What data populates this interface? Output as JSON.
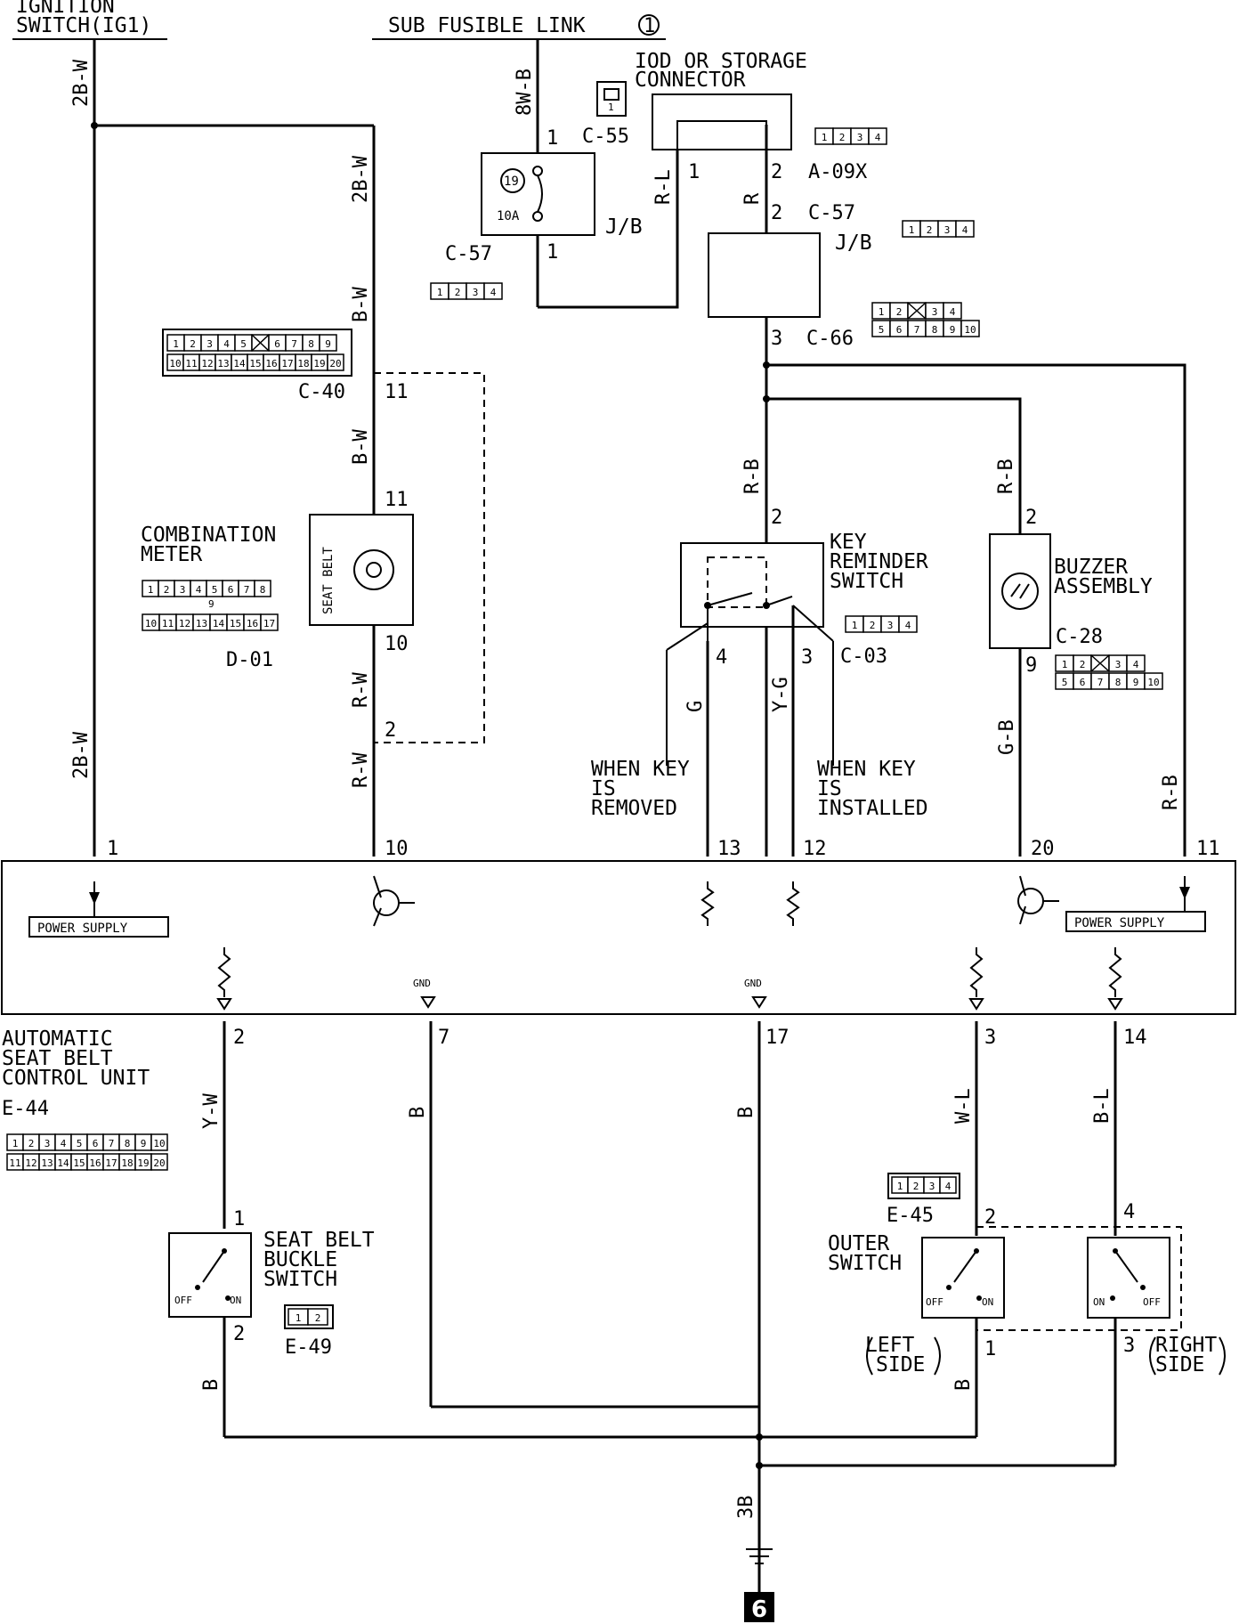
{
  "labels": {
    "ign_1": "IGNITION",
    "ign_2": "SWITCH(IG1)",
    "sub_fusible": "SUB FUSIBLE LINK",
    "sub_fusible_no": "1",
    "iod_1": "IOD OR STORAGE",
    "iod_2": "CONNECTOR",
    "jb": "J/B",
    "fuse_no": "19",
    "fuse_amp": "10A",
    "comb_1": "COMBINATION",
    "comb_2": "METER",
    "seat_belt_lamp": "SEAT BELT",
    "key_1": "KEY",
    "key_2": "REMINDER",
    "key_3": "SWITCH",
    "buzzer_1": "BUZZER",
    "buzzer_2": "ASSEMBLY",
    "when_removed_1": "WHEN KEY",
    "when_removed_2": "IS",
    "when_removed_3": "REMOVED",
    "when_installed_1": "WHEN KEY",
    "when_installed_2": "IS",
    "when_installed_3": "INSTALLED",
    "power_supply": "POWER SUPPLY",
    "gnd": "GND",
    "asb_1": "AUTOMATIC",
    "asb_2": "SEAT BELT",
    "asb_3": "CONTROL UNIT",
    "buckle_1": "SEAT BELT",
    "buckle_2": "BUCKLE",
    "buckle_3": "SWITCH",
    "outer_1": "OUTER",
    "outer_2": "SWITCH",
    "left_1": "LEFT",
    "left_2": "SIDE",
    "right_1": "RIGHT",
    "right_2": "SIDE",
    "off": "OFF",
    "on": "ON",
    "ground_no": "6"
  },
  "connectors": {
    "c55": "C-55",
    "a09x": "A-09X",
    "c57a": "C-57",
    "c57b": "C-57",
    "c66": "C-66",
    "c40": "C-40",
    "d01": "D-01",
    "c03": "C-03",
    "c28": "C-28",
    "e44": "E-44",
    "e45": "E-45",
    "e49": "E-49"
  },
  "wires": {
    "w_2bw_top": "2B-W",
    "w_2bw_mid": "2B-W",
    "w_2bw_low": "2B-W",
    "w_8wb": "8W-B",
    "w_bw1": "B-W",
    "w_bw2": "B-W",
    "w_rw1": "R-W",
    "w_rw2": "R-W",
    "w_rl": "R-L",
    "w_r": "R",
    "w_rb1": "R-B",
    "w_rb2": "R-B",
    "w_rb3": "R-B",
    "w_g": "G",
    "w_yg": "Y-G",
    "w_gb": "G-B",
    "w_yw": "Y-W",
    "w_b1": "B",
    "w_b2": "B",
    "w_b3": "B",
    "w_b4": "B",
    "w_wl": "W-L",
    "w_bl": "B-L",
    "w_3b": "3B"
  },
  "pins": {
    "p_fuse_in": "1",
    "p_fuse_out": "1",
    "p_iod1": "1",
    "p_iod2": "2",
    "p_c57_2": "2",
    "p_c66_3": "3",
    "p_c40_11": "11",
    "p_meter_11": "11",
    "p_meter_10": "10",
    "p_rw_2": "2",
    "p_key_2": "2",
    "p_key_4": "4",
    "p_key_3": "3",
    "p_buz_2": "2",
    "p_buz_9": "9",
    "p_u1": "1",
    "p_u10": "10",
    "p_u13": "13",
    "p_u12": "12",
    "p_u20": "20",
    "p_u11": "11",
    "p_u2": "2",
    "p_u7": "7",
    "p_u17": "17",
    "p_u3": "3",
    "p_u14": "14",
    "p_buckle1": "1",
    "p_buckle2": "2",
    "p_outl2": "2",
    "p_outl1": "1",
    "p_outr4": "4",
    "p_outr3": "3"
  },
  "connector_faces": {
    "c40_row1": [
      "1",
      "2",
      "3",
      "4",
      "5",
      "",
      "6",
      "7",
      "8",
      "9"
    ],
    "c40_row2": [
      "10",
      "11",
      "12",
      "13",
      "14",
      "15",
      "16",
      "17",
      "18",
      "19",
      "20"
    ],
    "d01_row1": [
      "1",
      "2",
      "3",
      "4",
      "5",
      "6",
      "7",
      "8"
    ],
    "d01_mid": "9",
    "d01_row2": [
      "10",
      "11",
      "12",
      "13",
      "14",
      "15",
      "16",
      "17"
    ],
    "e44_row1": [
      "1",
      "2",
      "3",
      "4",
      "5",
      "6",
      "7",
      "8",
      "9",
      "10"
    ],
    "e44_row2": [
      "11",
      "12",
      "13",
      "14",
      "15",
      "16",
      "17",
      "18",
      "19",
      "20"
    ],
    "four": [
      "1",
      "2",
      "3",
      "4"
    ],
    "c66_row1": [
      "1",
      "2",
      "",
      "3",
      "4"
    ],
    "c66_row2": [
      "5",
      "6",
      "7",
      "8",
      "9",
      "10"
    ],
    "c28_row1": [
      "1",
      "2",
      "",
      "3",
      "4"
    ],
    "c28_row2": [
      "5",
      "6",
      "7",
      "8",
      "9",
      "10"
    ],
    "e49": [
      "1",
      "2"
    ],
    "c55": [
      "1"
    ]
  }
}
